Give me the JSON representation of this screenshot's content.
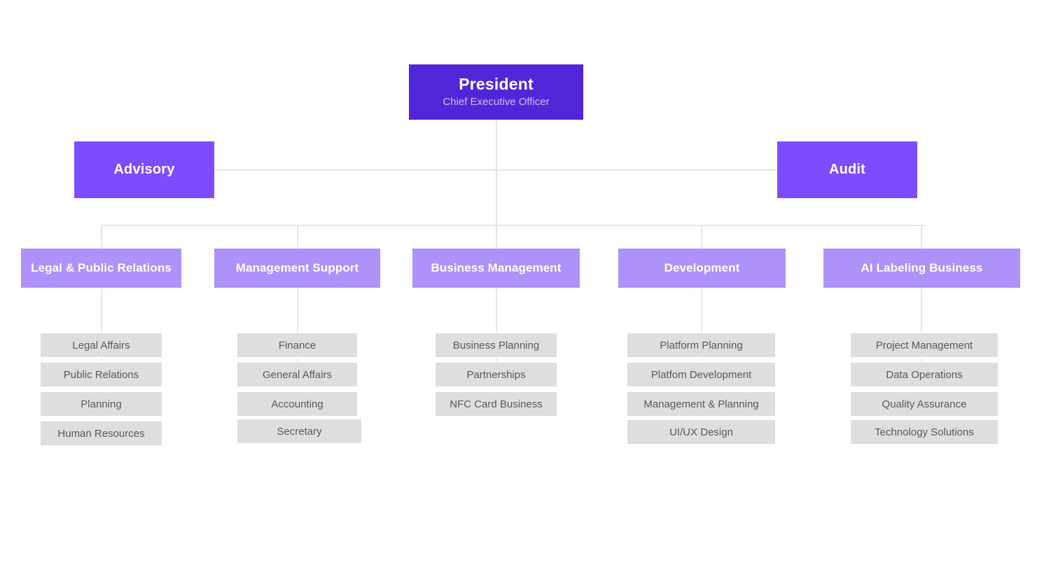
{
  "colors": {
    "president_bg": "#5226d8",
    "staff_bg": "#7c4dff",
    "dept_bg": "#ae92fa",
    "subitem_bg": "#dedede",
    "line": "#e6e6e6",
    "page_bg": "#ffffff",
    "title_text": "#ffffff",
    "subtitle_text": "#c8bdee",
    "subitem_text": "#5a5a5a"
  },
  "root": {
    "title": "President",
    "subtitle": "Chief Executive Officer"
  },
  "staff": [
    {
      "id": "advisory",
      "title": "Advisory"
    },
    {
      "id": "audit",
      "title": "Audit"
    }
  ],
  "departments": [
    {
      "id": "legal-public-relations",
      "title": "Legal & Public Relations",
      "items": [
        "Legal Affairs",
        "Public Relations",
        "Planning",
        "Human Resources"
      ]
    },
    {
      "id": "management-support",
      "title": "Management Support",
      "items": [
        "Finance",
        "General Affairs",
        "Accounting",
        "Secretary"
      ]
    },
    {
      "id": "business-management",
      "title": "Business Management",
      "items": [
        "Business Planning",
        "Partnerships",
        "NFC Card Business"
      ]
    },
    {
      "id": "development",
      "title": "Development",
      "items": [
        "Platform Planning",
        "Platfom Development",
        "Management & Planning",
        "UI/UX Design"
      ]
    },
    {
      "id": "ai-labeling-business",
      "title": "AI Labeling Business",
      "items": [
        "Project Management",
        "Data Operations",
        "Quality Assurance",
        "Technology Solutions"
      ]
    }
  ]
}
